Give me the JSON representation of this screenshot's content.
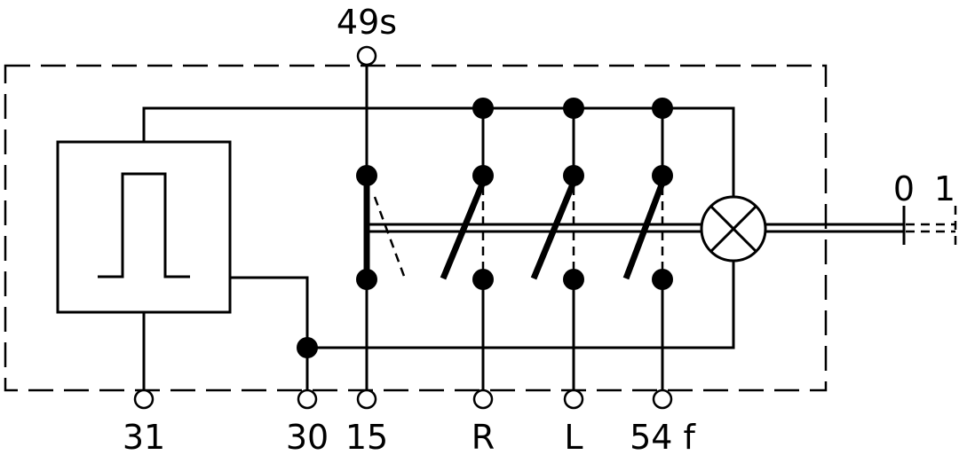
{
  "terminals": {
    "top": "49s",
    "bottom": [
      "31",
      "30",
      "15",
      "R",
      "L",
      "54 f"
    ],
    "switch_positions": [
      "0",
      "1"
    ]
  }
}
